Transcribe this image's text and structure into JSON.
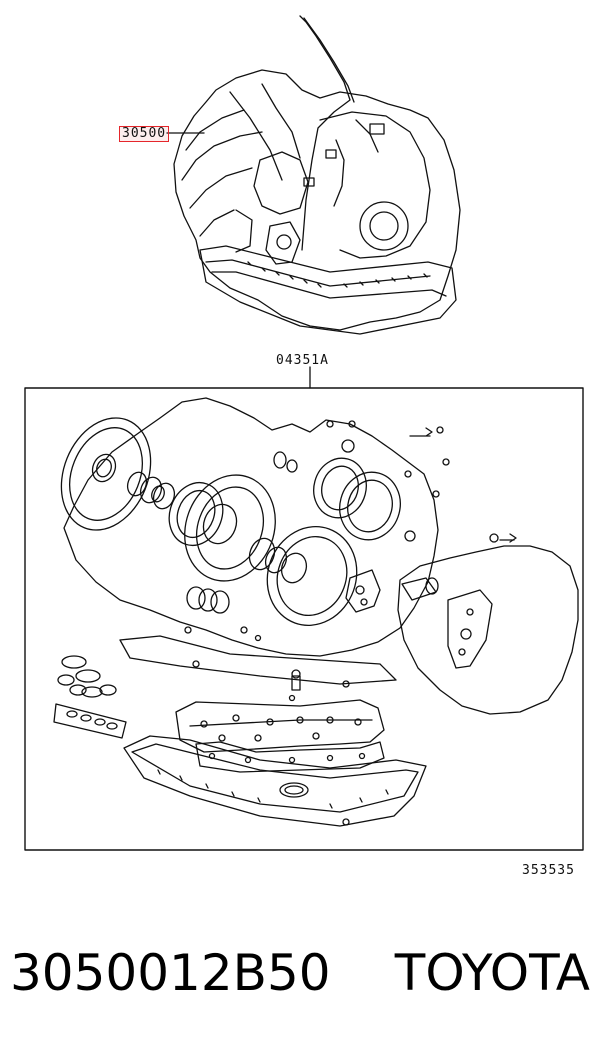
{
  "diagram": {
    "assembly_ref": "30500",
    "kit_ref": "04351A",
    "figure_number": "353535"
  },
  "footer": {
    "part_number": "3050012B50",
    "brand": "TOYOTA"
  },
  "colors": {
    "highlight": "#e5262b",
    "line": "#111111"
  }
}
